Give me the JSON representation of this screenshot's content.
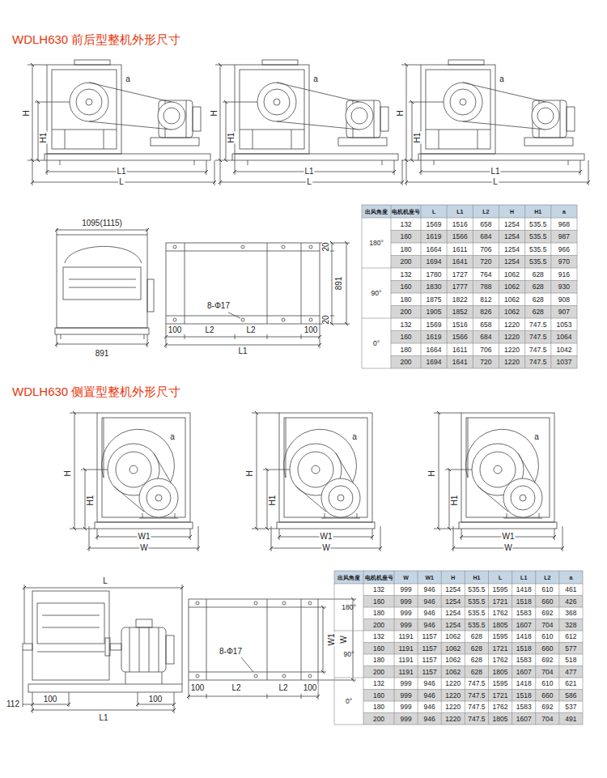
{
  "diagram": {
    "labels": [
      "WDLH630 前后型整机外形尺寸",
      "H",
      "H1",
      "a",
      "L1",
      "L",
      "H",
      "H1",
      "a",
      "L1",
      "L",
      "H",
      "H1",
      "a",
      "L1",
      "L",
      "1095(1115)",
      "891",
      "20",
      "891",
      "20",
      "100",
      "L2",
      "8-Φ17",
      "L2",
      "100",
      "L1",
      "出风角度",
      "电机机座号",
      "L",
      "L1",
      "L2",
      "H",
      "H1",
      "a",
      "180°",
      "132",
      "1569",
      "1516",
      "658",
      "1254",
      "535.5",
      "968",
      "160",
      "1619",
      "1566",
      "684",
      "1254",
      "535.5",
      "987",
      "180",
      "1664",
      "1611",
      "706",
      "1254",
      "535.5",
      "966",
      "200",
      "1694",
      "1641",
      "720",
      "1254",
      "535.5",
      "970",
      "90°",
      "132",
      "1780",
      "1727",
      "764",
      "1062",
      "628",
      "916",
      "160",
      "1830",
      "1777",
      "788",
      "1062",
      "628",
      "930",
      "180",
      "1875",
      "1822",
      "812",
      "1062",
      "628",
      "908",
      "200",
      "1905",
      "1852",
      "826",
      "1062",
      "628",
      "907",
      "0°",
      "132",
      "1569",
      "1516",
      "658",
      "1220",
      "747.5",
      "1053",
      "160",
      "1619",
      "1566",
      "684",
      "1220",
      "747.5",
      "1064",
      "180",
      "1664",
      "1611",
      "706",
      "1220",
      "747.5",
      "1042",
      "200",
      "1694",
      "1641",
      "720",
      "1220",
      "747.5",
      "1037",
      "WDLH630 侧置型整机外形尺寸",
      "H",
      "H1",
      "a",
      "W1",
      "W",
      "H",
      "H1",
      "a",
      "W1",
      "W",
      "H",
      "H1",
      "a",
      "W1",
      "W",
      "L",
      "L1",
      "100",
      "100",
      "112",
      "W1",
      "W",
      "8-Φ17",
      "100",
      "L2",
      "L2",
      "100",
      "出风角度",
      "电机机座号",
      "W",
      "W1",
      "H",
      "H1",
      "L",
      "L1",
      "L2",
      "a",
      "180°",
      "132",
      "999",
      "946",
      "1254",
      "535.5",
      "1595",
      "1418",
      "610",
      "461",
      "160",
      "999",
      "946",
      "1254",
      "535.5",
      "1721",
      "1518",
      "660",
      "426",
      "180",
      "999",
      "946",
      "1254",
      "535.5",
      "1762",
      "1583",
      "692",
      "368",
      "200",
      "999",
      "946",
      "1254",
      "535.5",
      "1805",
      "1607",
      "704",
      "328",
      "90°",
      "132",
      "1191",
      "1157",
      "1062",
      "628",
      "1595",
      "1418",
      "610",
      "612",
      "160",
      "1191",
      "1157",
      "1062",
      "628",
      "1721",
      "1518",
      "660",
      "577",
      "180",
      "1191",
      "1157",
      "1062",
      "628",
      "1762",
      "1583",
      "692",
      "518",
      "200",
      "1191",
      "1157",
      "1062",
      "628",
      "1805",
      "1607",
      "704",
      "477",
      "0°",
      "132",
      "999",
      "946",
      "1220",
      "747.5",
      "1595",
      "1418",
      "610",
      "621",
      "160",
      "999",
      "946",
      "1220",
      "747.5",
      "1721",
      "1518",
      "660",
      "586",
      "180",
      "999",
      "946",
      "1220",
      "747.5",
      "1762",
      "1583",
      "692",
      "537",
      "200",
      "999",
      "946",
      "1220",
      "747.5",
      "1805",
      "1607",
      "704",
      "491",
      "WDL"
    ]
  }
}
